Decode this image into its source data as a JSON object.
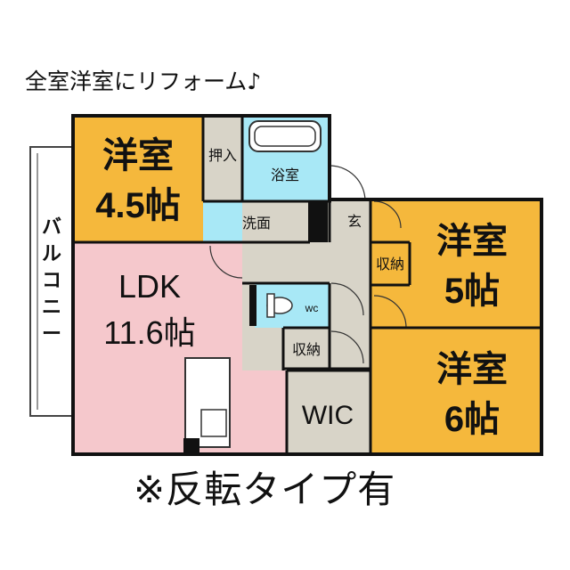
{
  "headline": "全室洋室にリフォーム♪",
  "footnote": "※反転タイプ有",
  "balcony": "バルコニー",
  "colors": {
    "ldk": "#f5c8cc",
    "bedroom": "#f5b83c",
    "wet_area": "#a8e8f6",
    "corridor": "#d8d4c8",
    "storage": "#d8d4c8",
    "wall": "#111111"
  },
  "rooms": {
    "bedroom_a": {
      "type": "洋室",
      "size": "4.5帖"
    },
    "oshiire": "押入",
    "bath": "浴室",
    "washroom": "洗面",
    "entrance": "玄",
    "ldk": {
      "type": "LDK",
      "size": "11.6帖"
    },
    "wc": "wc",
    "storage_a": "収納",
    "storage_b": "収納",
    "wic": "WIC",
    "bedroom_b": {
      "type": "洋室",
      "size": "5帖"
    },
    "bedroom_c": {
      "type": "洋室",
      "size": "6帖"
    }
  }
}
